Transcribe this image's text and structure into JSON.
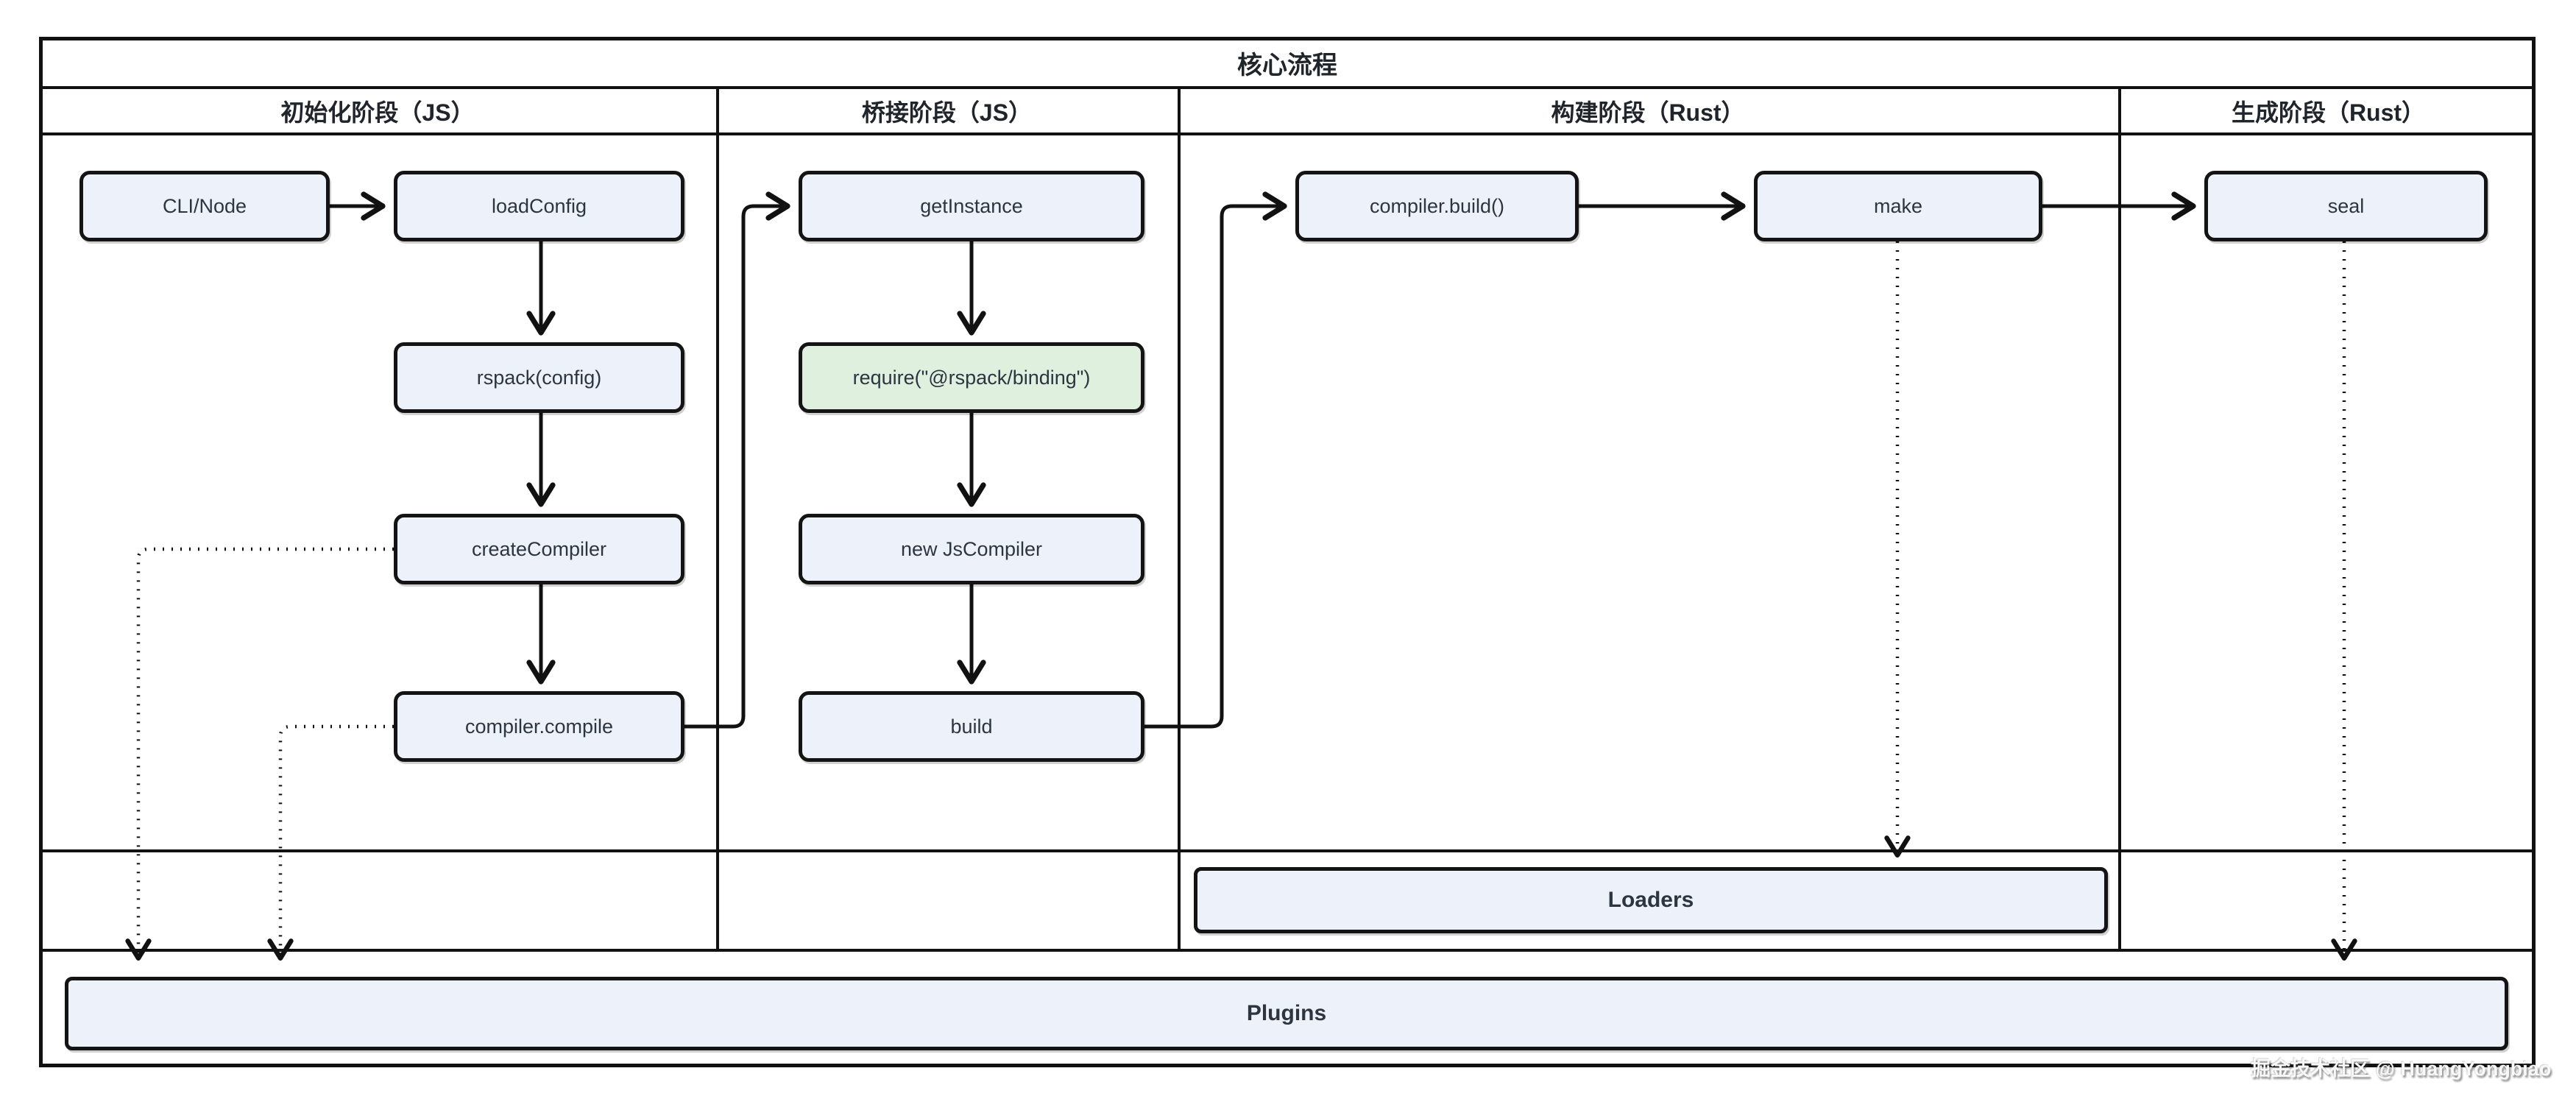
{
  "title": "核心流程",
  "watermark": "掘金技术社区 @ HuangYongbiao",
  "columns": [
    {
      "label": "初始化阶段（JS）"
    },
    {
      "label": "桥接阶段（JS）"
    },
    {
      "label": "构建阶段（Rust）"
    },
    {
      "label": "生成阶段（Rust）"
    }
  ],
  "nodes": {
    "cli_node": "CLI/Node",
    "load_config": "loadConfig",
    "rspack_config": "rspack(config)",
    "create_compiler": "createCompiler",
    "compiler_compile": "compiler.compile",
    "get_instance": "getInstance",
    "require_binding": "require(\"@rspack/binding\")",
    "new_jscompiler": "new JsCompiler",
    "build": "build",
    "compiler_build": "compiler.build()",
    "make": "make",
    "seal": "seal",
    "loaders": "Loaders",
    "plugins": "Plugins"
  },
  "edges": [
    {
      "from": "CLI/Node",
      "to": "loadConfig",
      "style": "solid"
    },
    {
      "from": "loadConfig",
      "to": "rspack(config)",
      "style": "solid"
    },
    {
      "from": "rspack(config)",
      "to": "createCompiler",
      "style": "solid"
    },
    {
      "from": "createCompiler",
      "to": "compiler.compile",
      "style": "solid"
    },
    {
      "from": "compiler.compile",
      "to": "getInstance",
      "style": "solid"
    },
    {
      "from": "getInstance",
      "to": "require(\"@rspack/binding\")",
      "style": "solid"
    },
    {
      "from": "require(\"@rspack/binding\")",
      "to": "new JsCompiler",
      "style": "solid"
    },
    {
      "from": "new JsCompiler",
      "to": "build",
      "style": "solid"
    },
    {
      "from": "build",
      "to": "compiler.build()",
      "style": "solid"
    },
    {
      "from": "compiler.build()",
      "to": "make",
      "style": "solid"
    },
    {
      "from": "make",
      "to": "seal",
      "style": "solid"
    },
    {
      "from": "createCompiler",
      "to": "Plugins",
      "style": "dotted"
    },
    {
      "from": "compiler.compile",
      "to": "Plugins",
      "style": "dotted"
    },
    {
      "from": "make",
      "to": "Loaders",
      "style": "dotted"
    },
    {
      "from": "seal",
      "to": "Plugins",
      "style": "dotted"
    }
  ],
  "colors": {
    "node_fill": "#edf1f9",
    "binding_fill": "#dff0de",
    "border": "#111111",
    "text": "#2d3540"
  }
}
